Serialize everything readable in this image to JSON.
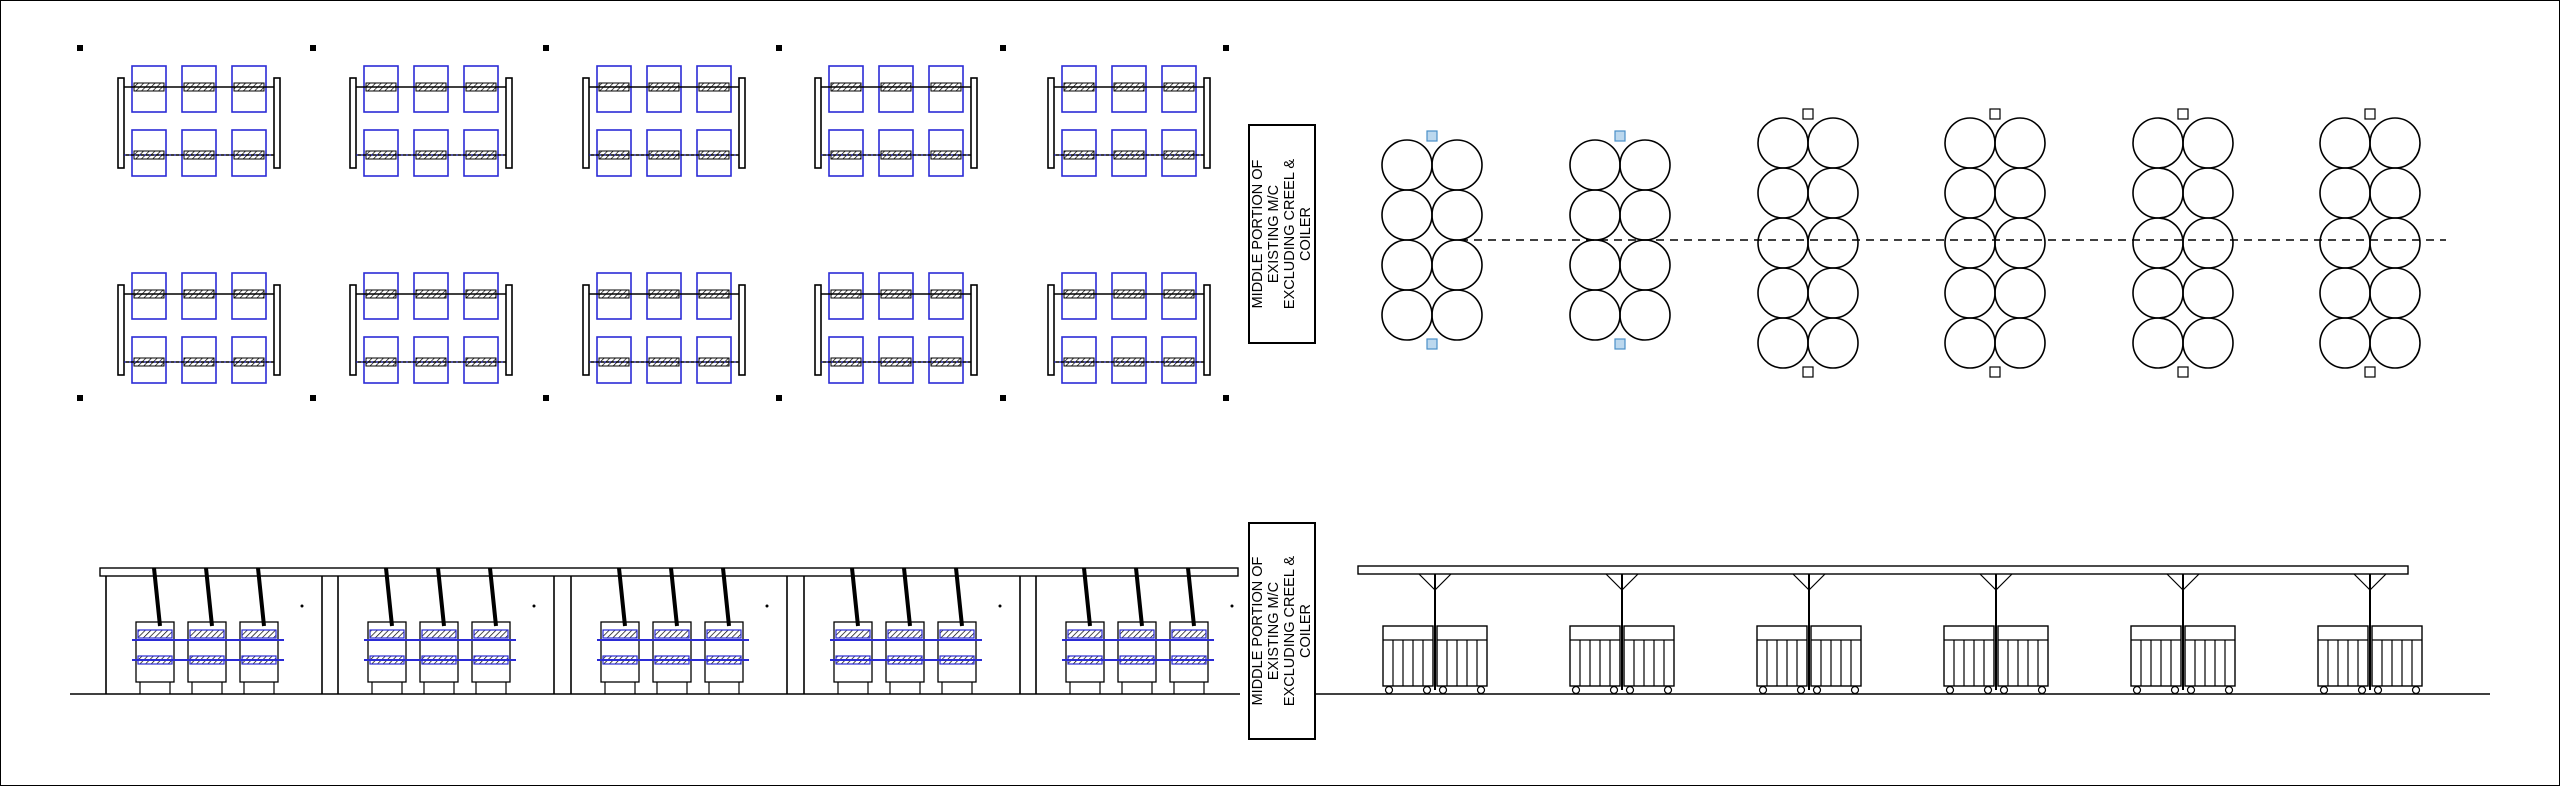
{
  "labels": {
    "top": [
      "MIDDLE PORTION OF",
      "EXISTING M/C",
      "EXCLUDING CREEL &",
      "COILER"
    ],
    "bottom": [
      "MIDDLE PORTION OF",
      "EXISTING M/C",
      "EXCLUDING CREEL &",
      "COILER"
    ]
  },
  "colors": {
    "line": "#000000",
    "frame_blue": "#2b2bd6",
    "marker_blue": "#4a90c8"
  },
  "plan": {
    "head_groups": 5,
    "head_rows": 2,
    "heads_per_group": 3,
    "can_groups": 6,
    "can_types": [
      "circle-can-rack-4row",
      "circle-can-rack-4row",
      "circle-can-rack-5row",
      "circle-can-rack-5row",
      "circle-can-rack-5row",
      "circle-can-rack-5row"
    ]
  },
  "elevation": {
    "head_groups": 5,
    "can_units": 6
  }
}
